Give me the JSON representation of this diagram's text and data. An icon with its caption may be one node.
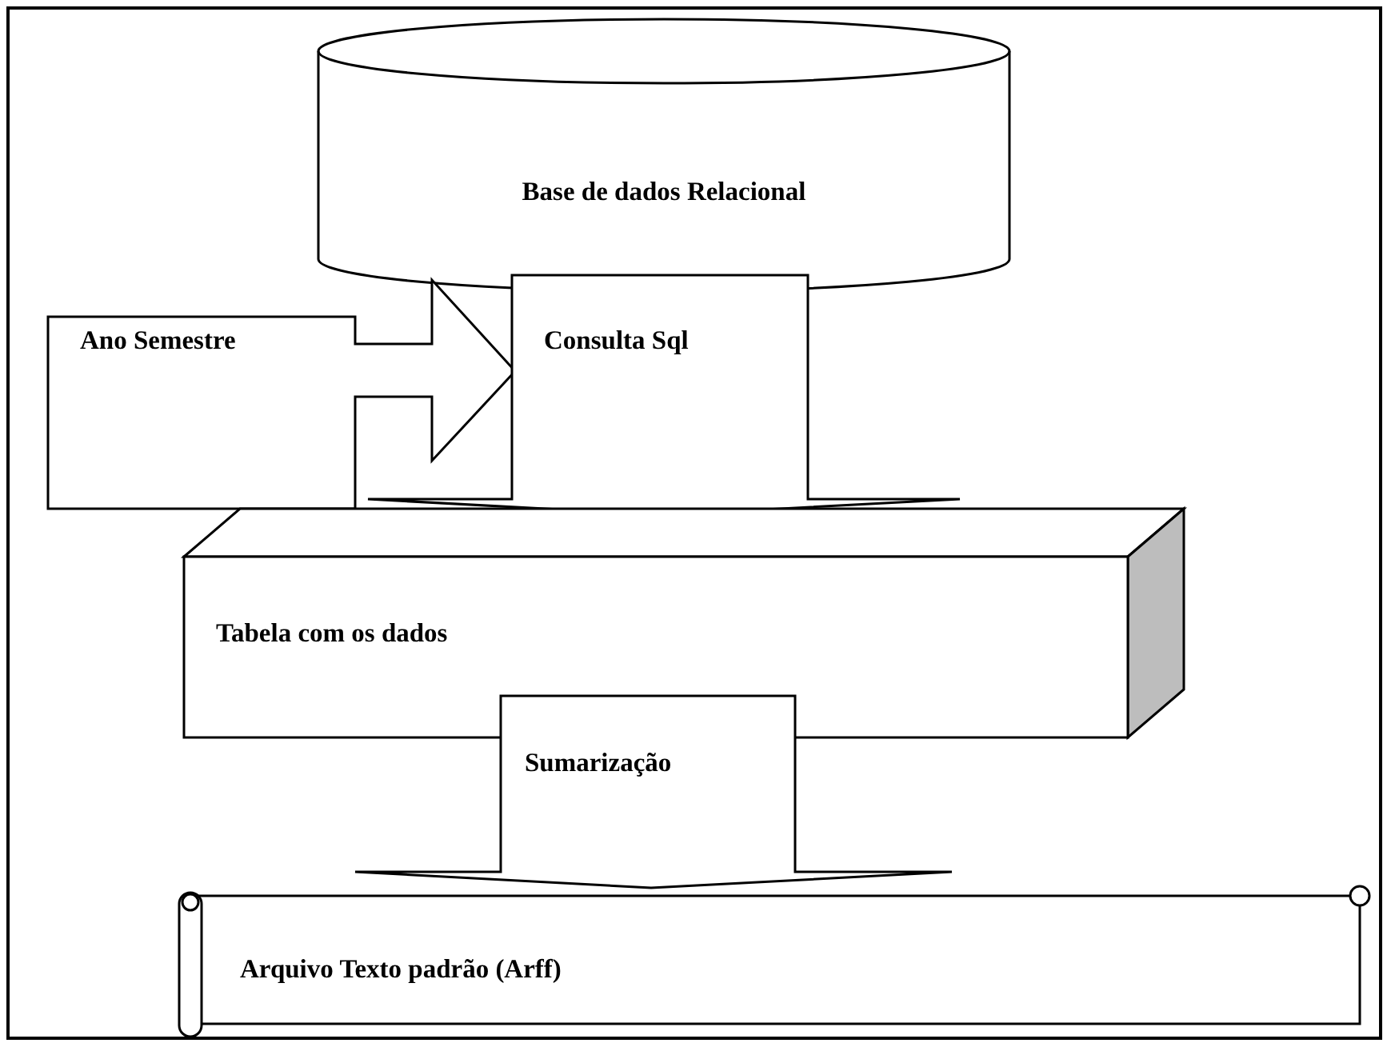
{
  "diagram": {
    "nodes": [
      {
        "text": [
          "Base de dados Relacional"
        ]
      },
      {
        "text": [
          "Ano Semestre"
        ]
      },
      {
        "text": [
          "Consulta Sql"
        ]
      },
      {
        "text": [
          "Tabela com os dados"
        ]
      },
      {
        "text": [
          "Sumarização"
        ]
      },
      {
        "text": [
          "Arquivo Texto padrão (Arff)"
        ]
      }
    ]
  }
}
